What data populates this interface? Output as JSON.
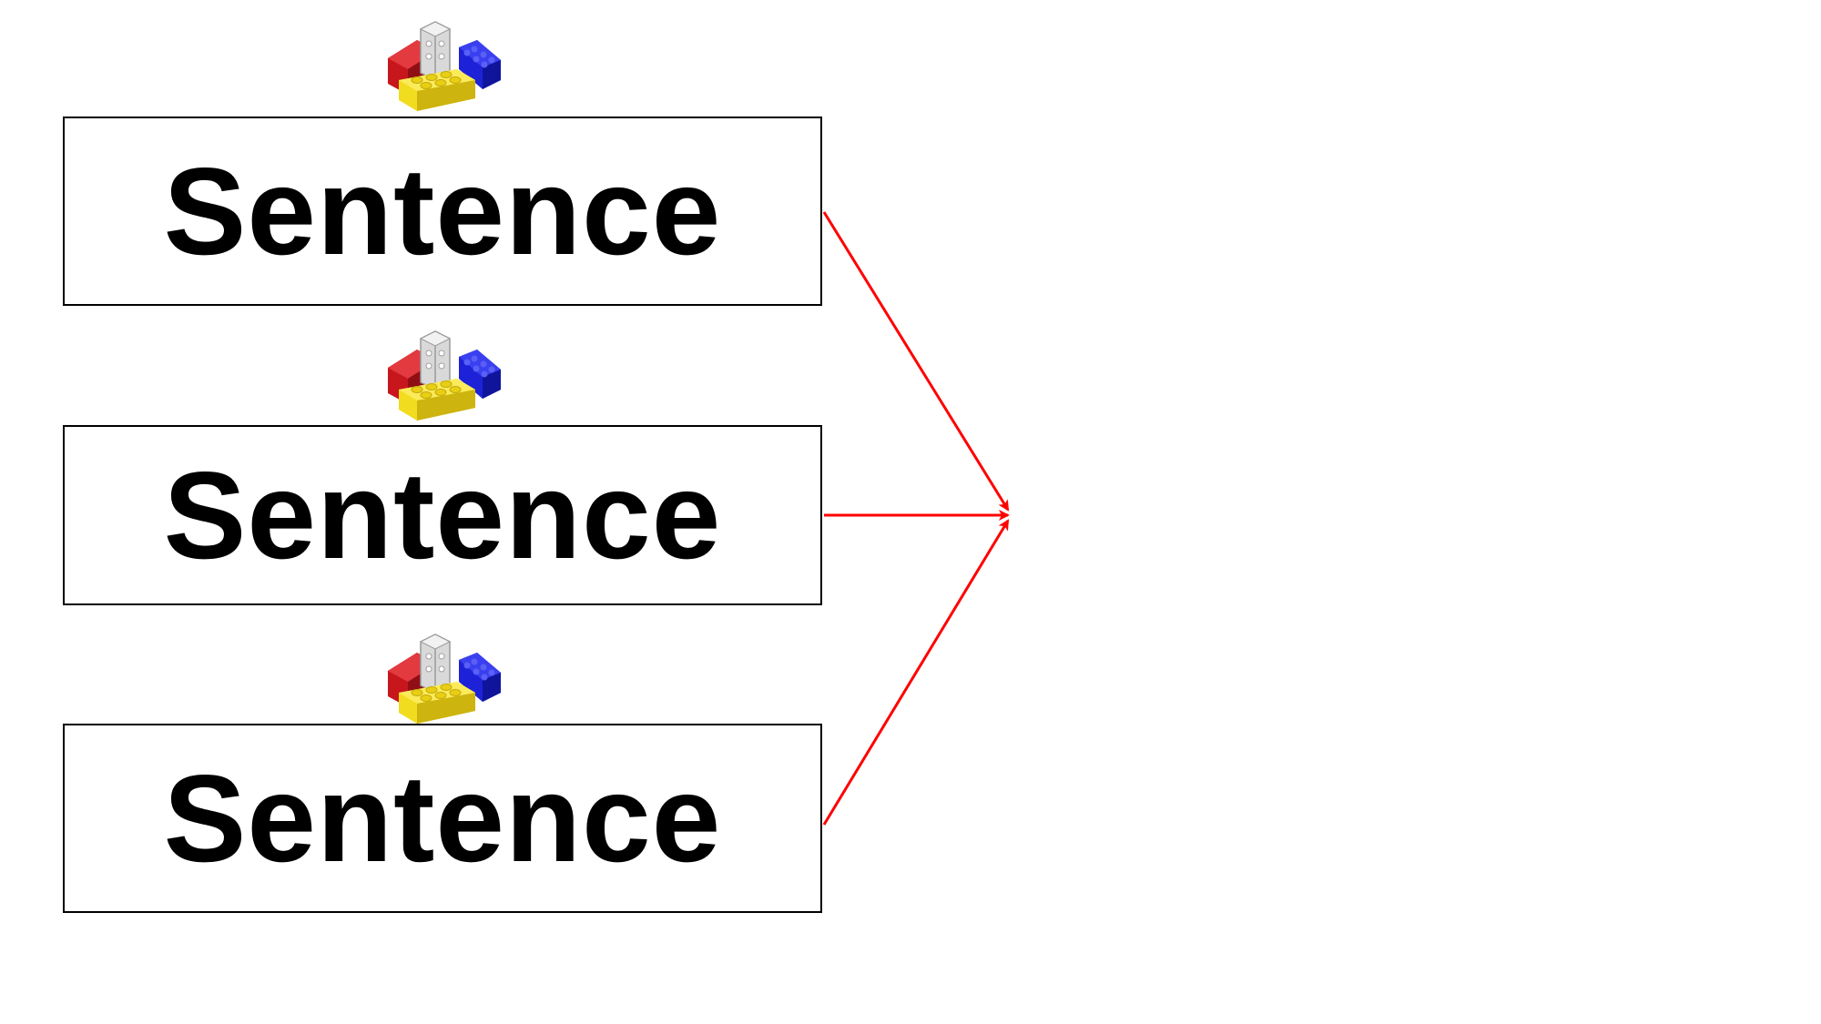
{
  "diagram": {
    "boxes": [
      {
        "label": "Sentence",
        "icon": "lego-bricks-icon"
      },
      {
        "label": "Sentence",
        "icon": "lego-bricks-icon"
      },
      {
        "label": "Sentence",
        "icon": "lego-bricks-icon"
      }
    ],
    "arrow_color": "#ff0000",
    "brick_colors": {
      "red": "#c8161d",
      "blue": "#1d22d8",
      "yellow": "#f2dc1f",
      "clear": "#d9d9d9"
    }
  }
}
